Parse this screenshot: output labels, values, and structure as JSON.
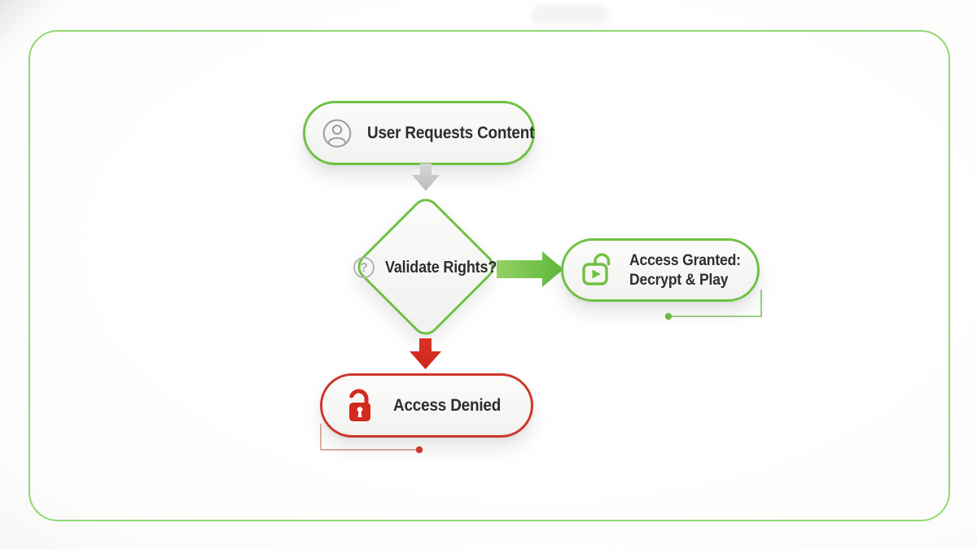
{
  "diagram": {
    "type": "flowchart",
    "topic": "DRM content access flow",
    "nodes": {
      "user_request": {
        "shape": "pill",
        "label": "User Requests Content",
        "icon": "user-icon",
        "accent": "#6fc143"
      },
      "validate": {
        "shape": "diamond",
        "label": "Validate Rights?",
        "icon": "question-mark-icon",
        "accent": "#6fc143"
      },
      "granted": {
        "shape": "pill",
        "label_line1": "Access Granted:",
        "label_line2": "Decrypt & Play",
        "icon": "unlocked-play-icon",
        "accent": "#6fc143"
      },
      "denied": {
        "shape": "pill",
        "label": "Access Denied",
        "icon": "unlocked-padlock-icon",
        "accent": "#cd372b"
      }
    },
    "edges": [
      {
        "from": "user_request",
        "to": "validate",
        "style": "block-arrow-down",
        "color": "#c5c5c5"
      },
      {
        "from": "validate",
        "to": "granted",
        "style": "block-arrow-right",
        "color": "#6fc143"
      },
      {
        "from": "validate",
        "to": "denied",
        "style": "block-arrow-down",
        "color": "#d6281c"
      }
    ],
    "colors": {
      "frame_green": "#90d973",
      "node_green": "#6fc143",
      "alert_red": "#cd372b",
      "lock_red": "#d42a1e",
      "arrow_gray": "#c5c5c5",
      "text": "#2d2d2d",
      "node_fill": "#f4f4f2"
    }
  }
}
